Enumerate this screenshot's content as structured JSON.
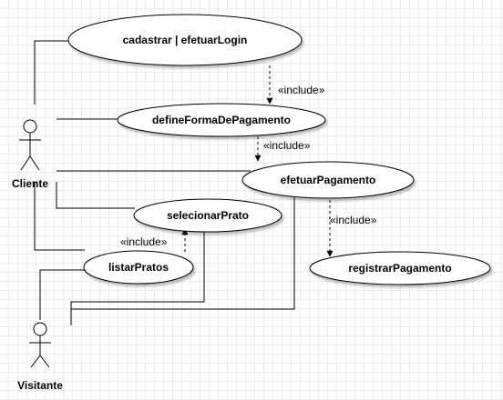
{
  "actors": {
    "cliente": {
      "label": "Cliente"
    },
    "visitante": {
      "label": "Visitante"
    }
  },
  "use_cases": {
    "cadastrar": {
      "label": "cadastrar | efetuarLogin"
    },
    "define": {
      "label": "defineFormaDePagamento"
    },
    "efetuar": {
      "label": "efetuarPagamento"
    },
    "selecionar": {
      "label": "selecionarPrato"
    },
    "listar": {
      "label": "listarPratos"
    },
    "registrar": {
      "label": "registrarPagamento"
    }
  },
  "relations": {
    "include_label": "«include»"
  },
  "colors": {
    "stroke": "#000000",
    "fill": "#ffffff"
  }
}
